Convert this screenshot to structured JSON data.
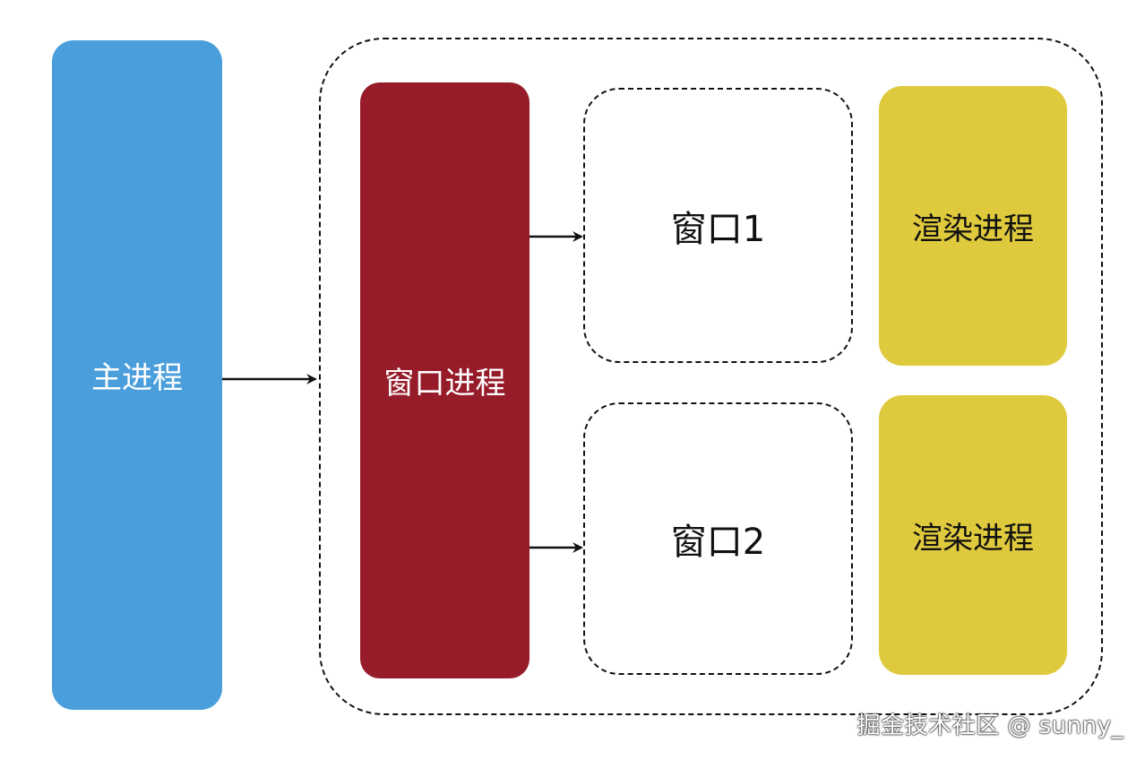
{
  "colors": {
    "main_process": "#4a9edb",
    "window_process": "#961c2a",
    "render_process": "#dfc93c",
    "stroke": "#111111"
  },
  "nodes": {
    "main_process": "主进程",
    "window_process": "窗口进程",
    "window_1": "窗口1",
    "window_2": "窗口2",
    "render_1": "渲染进程",
    "render_2": "渲染进程"
  },
  "watermark": "掘金技术社区 @ sunny_"
}
